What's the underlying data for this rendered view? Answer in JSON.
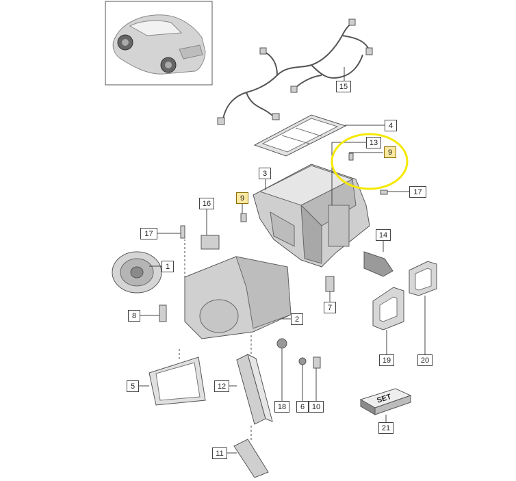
{
  "parts": [
    {
      "id": "p1",
      "label": "1",
      "highlighted": false
    },
    {
      "id": "p2",
      "label": "2",
      "highlighted": false
    },
    {
      "id": "p3",
      "label": "3",
      "highlighted": false
    },
    {
      "id": "p4",
      "label": "4",
      "highlighted": false
    },
    {
      "id": "p5",
      "label": "5",
      "highlighted": false
    },
    {
      "id": "p6",
      "label": "6",
      "highlighted": false
    },
    {
      "id": "p7",
      "label": "7",
      "highlighted": false
    },
    {
      "id": "p8",
      "label": "8",
      "highlighted": false
    },
    {
      "id": "p9a",
      "label": "9",
      "highlighted": true
    },
    {
      "id": "p9b",
      "label": "9",
      "highlighted": true
    },
    {
      "id": "p10",
      "label": "10",
      "highlighted": false
    },
    {
      "id": "p11",
      "label": "11",
      "highlighted": false
    },
    {
      "id": "p12",
      "label": "12",
      "highlighted": false
    },
    {
      "id": "p13",
      "label": "13",
      "highlighted": false
    },
    {
      "id": "p14",
      "label": "14",
      "highlighted": false
    },
    {
      "id": "p15",
      "label": "15",
      "highlighted": false
    },
    {
      "id": "p16",
      "label": "16",
      "highlighted": false
    },
    {
      "id": "p17a",
      "label": "17",
      "highlighted": false
    },
    {
      "id": "p17b",
      "label": "17",
      "highlighted": false
    },
    {
      "id": "p18",
      "label": "18",
      "highlighted": false
    },
    {
      "id": "p19",
      "label": "19",
      "highlighted": false
    },
    {
      "id": "p20",
      "label": "20",
      "highlighted": false
    },
    {
      "id": "p21",
      "label": "21",
      "highlighted": false
    }
  ],
  "set_box_text": "SET",
  "colors": {
    "highlight_fill": "#fbe9a2",
    "annotation_circle": "#f5e900",
    "line": "#444444",
    "part_fill": "#d9d9d9",
    "part_stroke": "#6b6b6b"
  }
}
